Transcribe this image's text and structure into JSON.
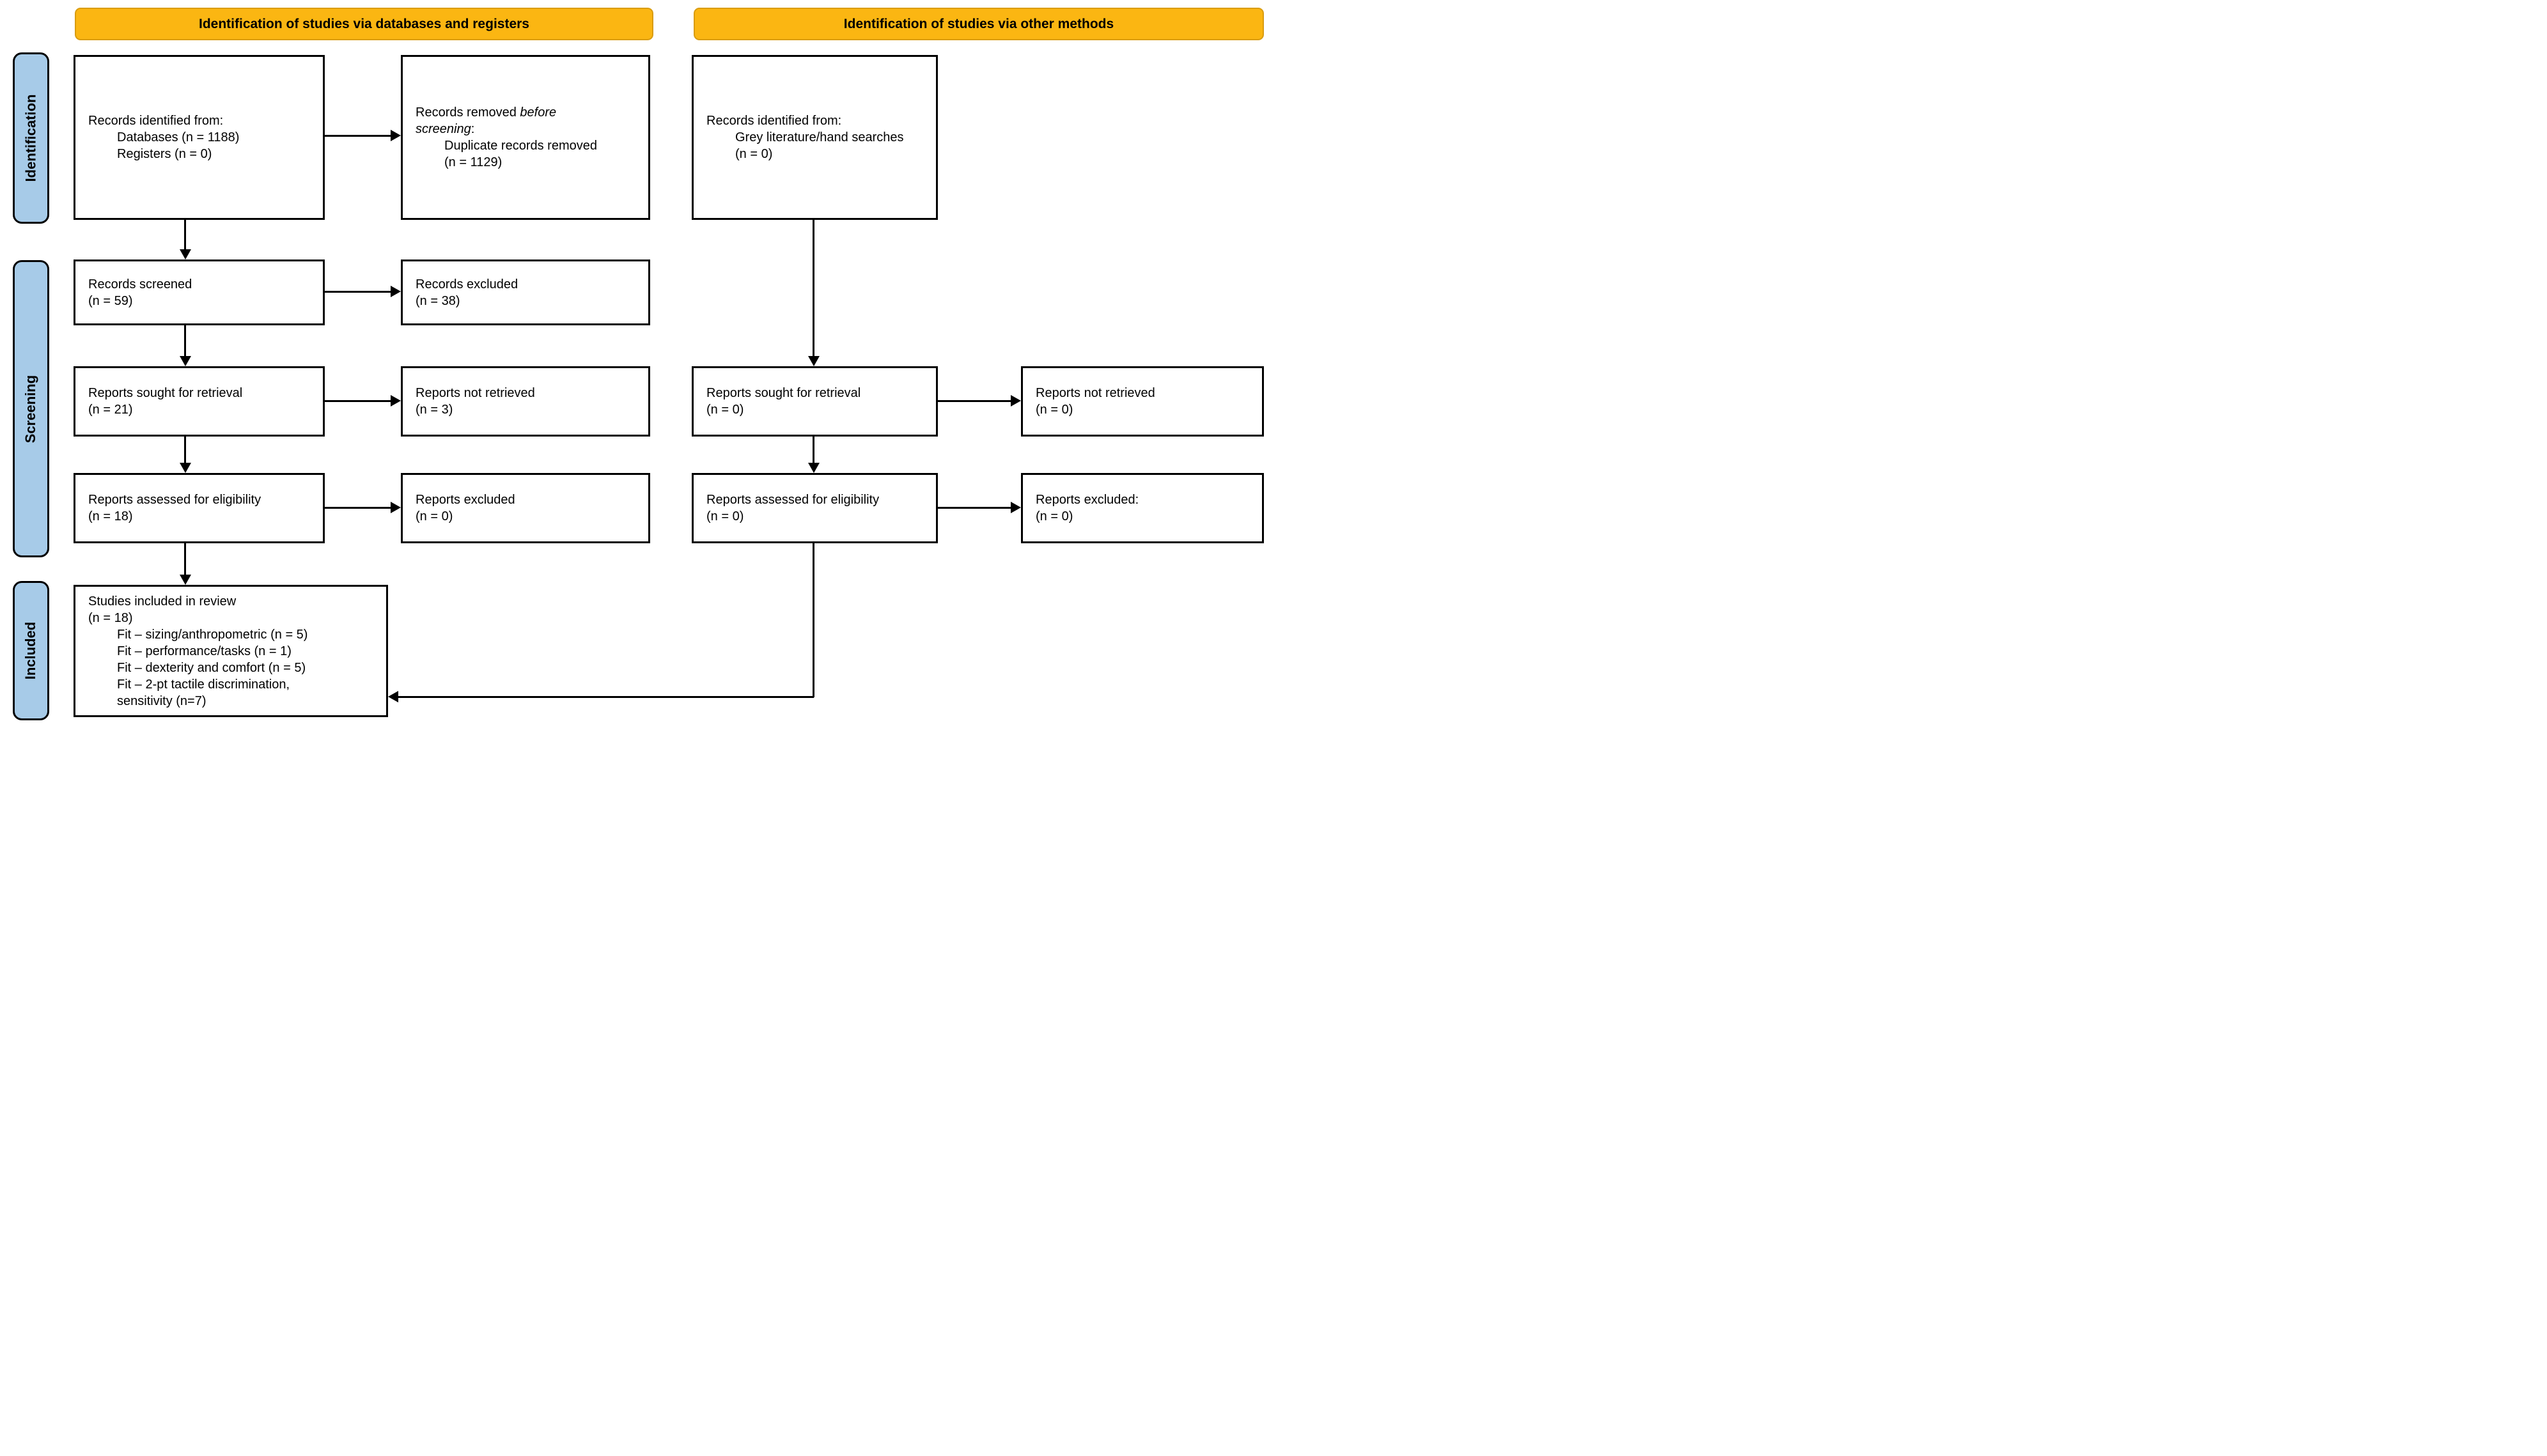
{
  "headers": [
    {
      "label": "Identification of studies via databases and registers"
    },
    {
      "label": "Identification of studies via other methods"
    }
  ],
  "stages": [
    "Identification",
    "Screening",
    "Included"
  ],
  "colors": {
    "header_fill": "#FBB612",
    "header_border": "#D99C10",
    "stage_fill": "#A7CBE8",
    "box_fill": "#FFFFFF",
    "box_border": "#000000",
    "arrow": "#000000",
    "text": "#000000"
  },
  "boxes": {
    "records_identified_db": {
      "lines": [
        "Records identified from:",
        {
          "indent": 1,
          "parts": [
            {
              "text": "Databases (n = 1188)"
            }
          ]
        },
        {
          "indent": 1,
          "parts": [
            {
              "text": "Registers (n = 0)"
            }
          ]
        }
      ]
    },
    "records_removed": {
      "lines": [
        {
          "parts": [
            {
              "text": "Records removed "
            },
            {
              "text": "before",
              "italic": true
            }
          ]
        },
        {
          "parts": [
            {
              "text": "screening",
              "italic": true
            },
            {
              "text": ":"
            }
          ]
        },
        {
          "indent": 1,
          "parts": [
            {
              "text": "Duplicate records removed"
            }
          ]
        },
        {
          "indent": 1,
          "parts": [
            {
              "text": "(n = 1129)"
            }
          ]
        }
      ]
    },
    "records_identified_other": {
      "lines": [
        "Records identified from:",
        {
          "indent": 1,
          "parts": [
            {
              "text": "Grey literature/hand searches"
            }
          ]
        },
        {
          "indent": 1,
          "parts": [
            {
              "text": "(n = 0)"
            }
          ]
        }
      ]
    },
    "records_screened": {
      "lines": [
        "Records screened",
        "(n = 59)"
      ]
    },
    "records_excluded": {
      "lines": [
        "Records excluded",
        "(n = 38)"
      ]
    },
    "reports_sought_db": {
      "lines": [
        "Reports sought for retrieval",
        "(n = 21)"
      ]
    },
    "reports_not_retrieved_db": {
      "lines": [
        "Reports not retrieved",
        "(n = 3)"
      ]
    },
    "reports_assessed_db": {
      "lines": [
        "Reports assessed for eligibility",
        "(n = 18)"
      ]
    },
    "reports_excluded_db": {
      "lines": [
        "Reports excluded",
        "(n = 0)"
      ]
    },
    "reports_sought_other": {
      "lines": [
        "Reports sought for retrieval",
        "(n = 0)"
      ]
    },
    "reports_not_retrieved_other": {
      "lines": [
        "Reports not retrieved",
        "(n = 0)"
      ]
    },
    "reports_assessed_other": {
      "lines": [
        "Reports assessed for eligibility",
        "(n = 0)"
      ]
    },
    "reports_excluded_other": {
      "lines": [
        "Reports excluded:",
        "(n = 0)"
      ]
    },
    "studies_included": {
      "lines": [
        "Studies included in review",
        "(n = 18)",
        {
          "indent": 1,
          "parts": [
            {
              "text": "Fit – sizing/anthropometric (n = 5)"
            }
          ]
        },
        {
          "indent": 1,
          "parts": [
            {
              "text": "Fit – performance/tasks (n = 1)"
            }
          ]
        },
        {
          "indent": 1,
          "parts": [
            {
              "text": "Fit – dexterity and comfort (n = 5)"
            }
          ]
        },
        {
          "indent": 1,
          "parts": [
            {
              "text": "Fit – 2-pt tactile discrimination,"
            }
          ]
        },
        {
          "indent": 1,
          "parts": [
            {
              "text": "sensitivity (n=7)"
            }
          ]
        }
      ]
    }
  }
}
